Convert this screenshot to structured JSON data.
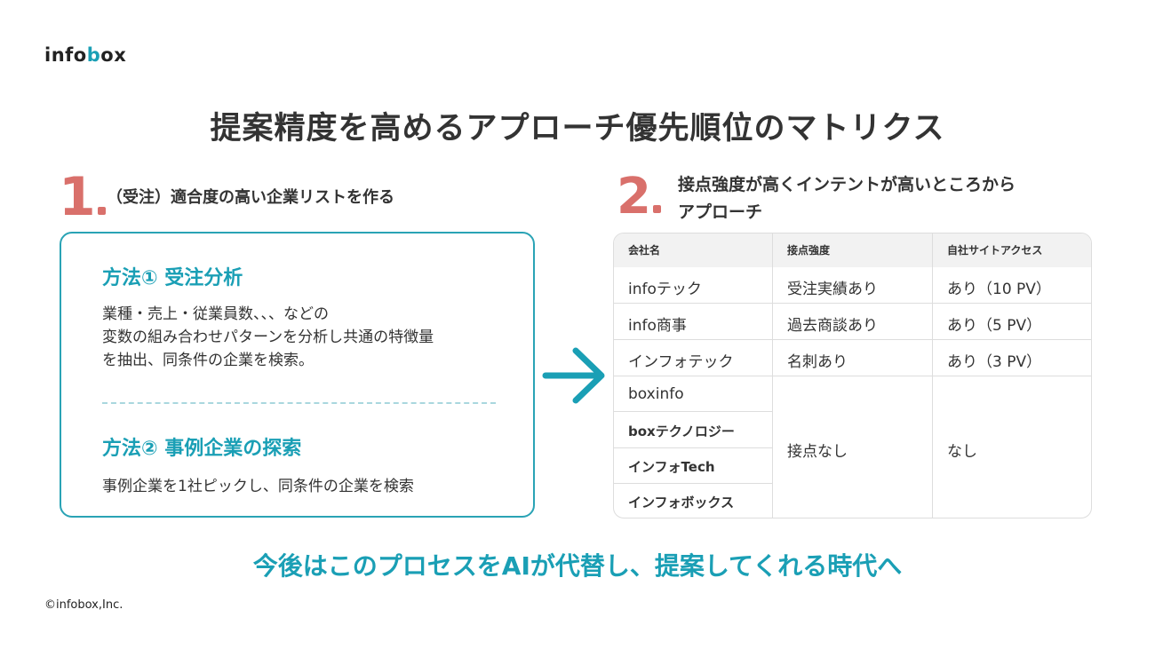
{
  "logo": {
    "part1": "info",
    "accent": "b",
    "part2": "ox"
  },
  "title": "提案精度を高めるアプローチ優先順位のマトリクス",
  "step1": {
    "number": "1",
    "title": "（受注）適合度の高い企業リストを作る",
    "method1": {
      "title": "方法① 受注分析",
      "lines": [
        "業種・売上・従業員数、、、などの",
        "変数の組み合わせパターンを分析し共通の特徴量",
        "を抽出、同条件の企業を検索。"
      ]
    },
    "method2": {
      "title": "方法② 事例企業の探索",
      "lines": [
        "事例企業を1社ピックし、同条件の企業を検索"
      ]
    }
  },
  "step2": {
    "number": "2",
    "title_lines": [
      "接点強度が高くインテントが高いところから",
      "アプローチ"
    ]
  },
  "table": {
    "headers": [
      "会社名",
      "接点強度",
      "自社サイトアクセス"
    ],
    "rows": [
      [
        "infoテック",
        "受注実績あり",
        "あり（10 PV）"
      ],
      [
        "info商事",
        "過去商談あり",
        "あり（5 PV）"
      ],
      [
        "インフォテック",
        "名刺あり",
        "あり（3 PV）"
      ]
    ],
    "grouped_companies": [
      "boxinfo",
      "boxテクノロジー",
      "インフォTech",
      "インフォボックス"
    ],
    "grouped_contact": "接点なし",
    "grouped_access": "なし"
  },
  "footer_message": "今後はこのプロセスをAIが代替し、提案してくれる時代へ",
  "copyright": "©infobox,Inc.",
  "colors": {
    "accent": "#1a9fb5",
    "number": "#d9706b",
    "text": "#333333"
  }
}
